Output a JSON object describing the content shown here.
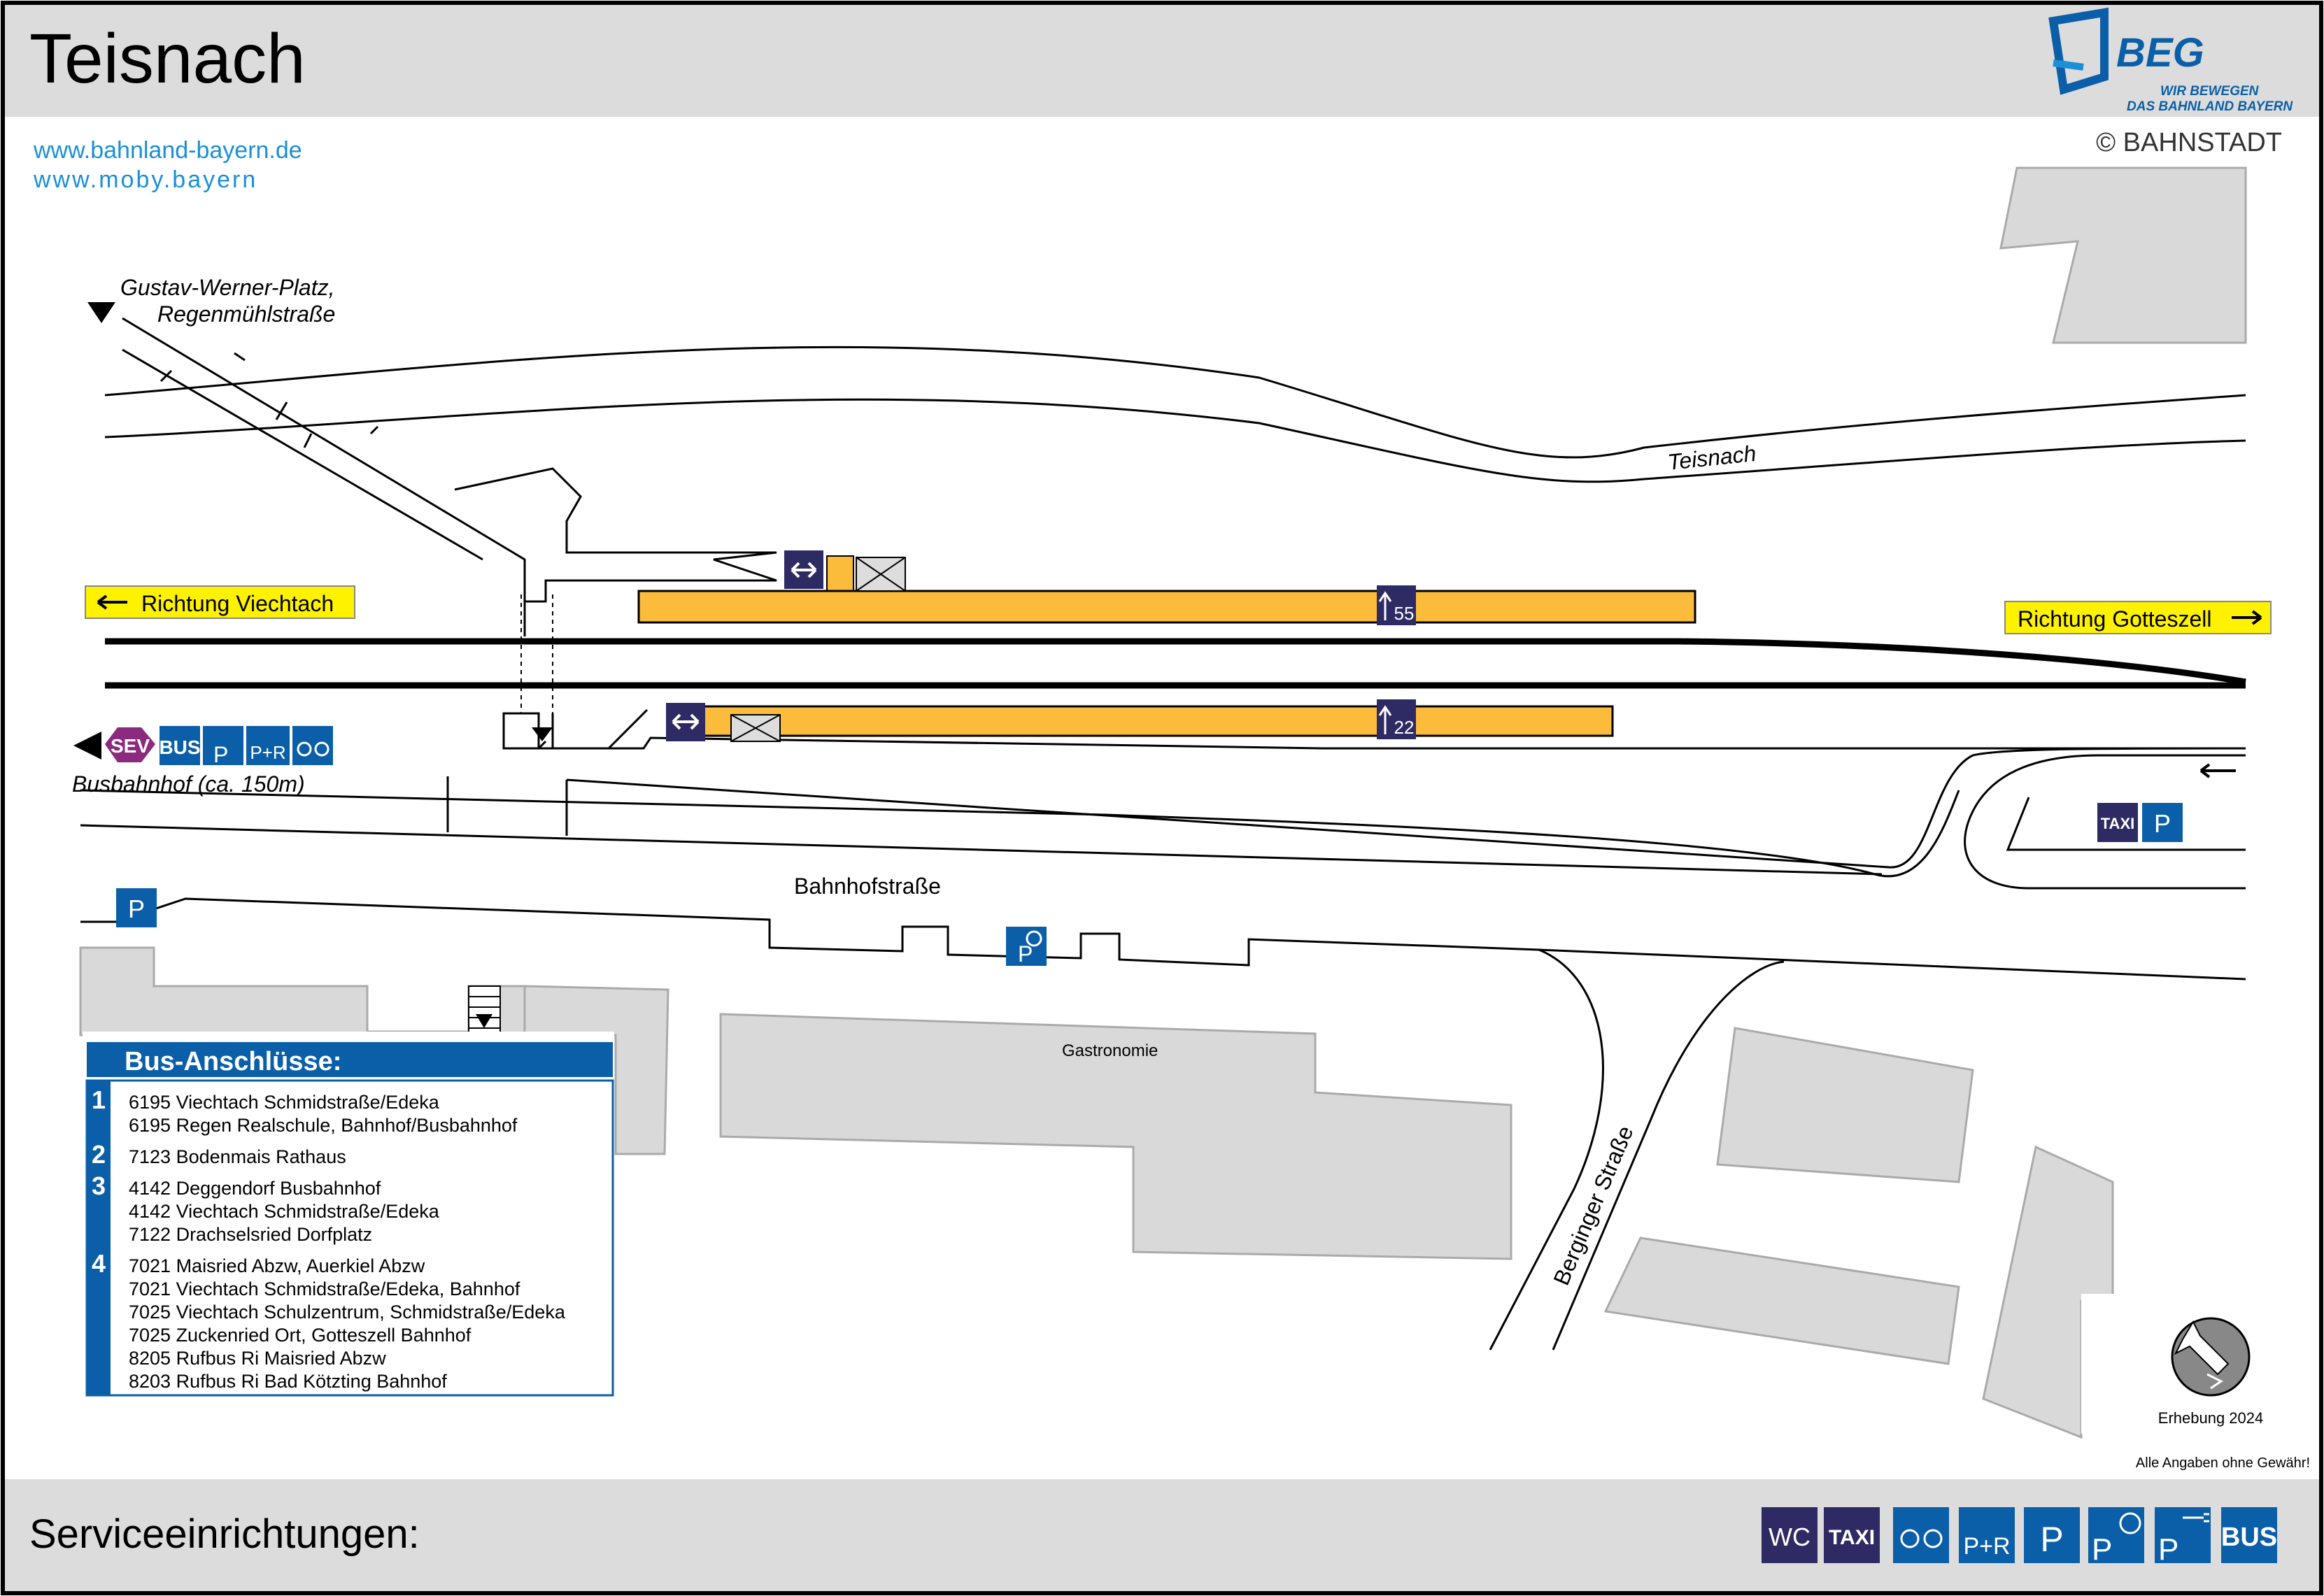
{
  "header": {
    "title": "Teisnach",
    "logo_text": "BEG",
    "logo_tagline_1": "WIR BEWEGEN",
    "logo_tagline_2": "DAS BAHNLAND BAYERN",
    "copyright": "© BAHNSTADT",
    "links": [
      "www.bahnland-bayern.de",
      "www.moby.bayern"
    ]
  },
  "map": {
    "direction_left": "Richtung Viechtach",
    "direction_right": "Richtung Gotteszell",
    "place_top_left_1": "Gustav-Werner-Platz,",
    "place_top_left_2": "Regenmühlstraße",
    "river": "Teisnach",
    "bus_station": "Busbahnhof (ca. 150m)",
    "street_1": "Bahnhofstraße",
    "street_2": "Berginger Straße",
    "building_1": "Gastronomie",
    "platform_1_number": "55",
    "platform_2_number": "22",
    "survey": "Erhebung 2024",
    "disclaimer": "Alle Angaben ohne Gewähr!"
  },
  "icons": {
    "sev": "SEV",
    "bus": "BUS",
    "pr": "P+R",
    "parking": "P",
    "taxi": "TAXI",
    "wc": "WC"
  },
  "bus_connections": {
    "title": "Bus-Anschlüsse:",
    "groups": [
      {
        "number": "1",
        "lines": [
          "6195 Viechtach Schmidstraße/Edeka",
          "6195 Regen Realschule, Bahnhof/Busbahnhof"
        ]
      },
      {
        "number": "2",
        "lines": [
          "7123 Bodenmais Rathaus"
        ]
      },
      {
        "number": "3",
        "lines": [
          "4142 Deggendorf Busbahnhof",
          "4142 Viechtach Schmidstraße/Edeka",
          "7122 Drachselsried Dorfplatz"
        ]
      },
      {
        "number": "4",
        "lines": [
          "7021 Maisried Abzw, Auerkiel Abzw",
          "7021 Viechtach Schmidstraße/Edeka, Bahnhof",
          "7025 Viechtach Schulzentrum, Schmidstraße/Edeka",
          "7025 Zuckenried Ort, Gotteszell Bahnhof",
          "8205 Rufbus Ri Maisried Abzw",
          "8203 Rufbus Ri Bad Kötzting Bahnhof"
        ]
      }
    ]
  },
  "footer": {
    "label": "Serviceeinrichtungen:"
  },
  "colors": {
    "platform": "#fbbc3c",
    "navy": "#2e2a63",
    "blue": "#0a5fa8",
    "sev": "#8b2a7e",
    "sign_yellow": "#fff200",
    "link_blue": "#1a8fd6",
    "band_grey": "#dcdcdc",
    "building_grey": "#d9d9d9",
    "bahnstadt_green": "#7a9a2a"
  }
}
